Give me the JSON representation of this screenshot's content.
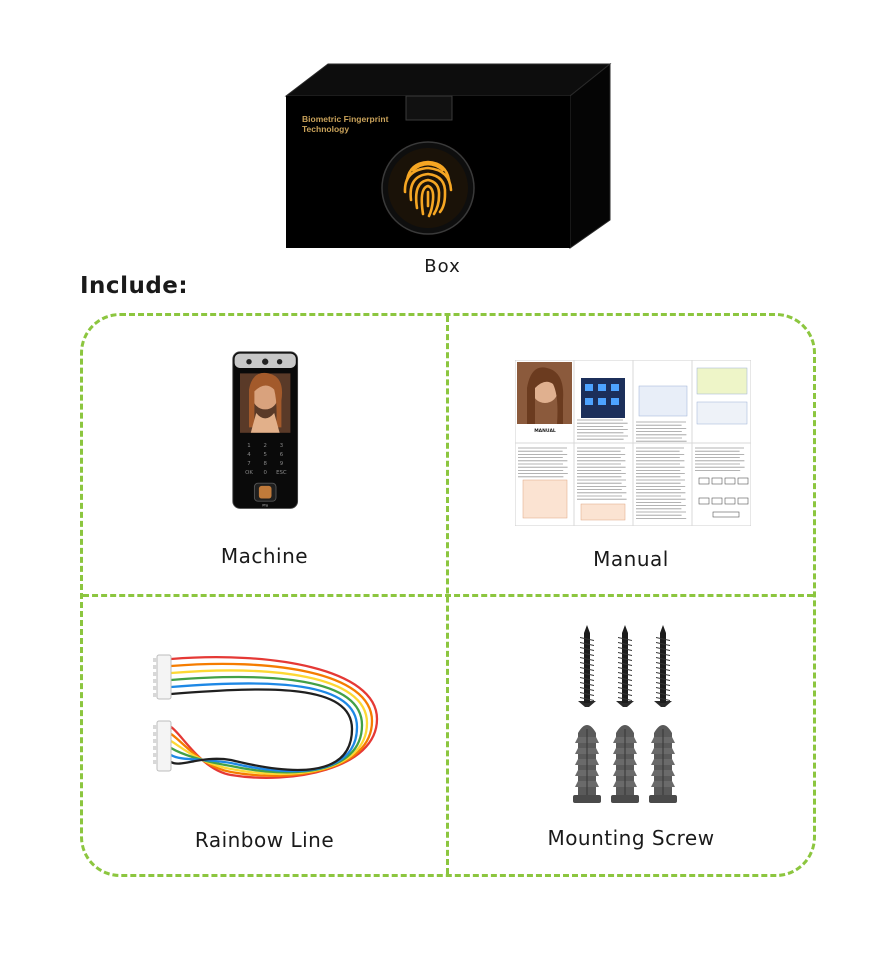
{
  "box": {
    "caption": "Box",
    "printed_text_line1": "Biometric Fingerprint",
    "printed_text_line2": "Technology",
    "print_color": "#c9a25a",
    "glow_color": "#f5a623"
  },
  "include_heading": "Include:",
  "accent_color": "#8cc63f",
  "items": [
    {
      "label": "Machine",
      "icon": "fingerprint-terminal-icon"
    },
    {
      "label": "Manual",
      "icon": "manual-booklet-icon"
    },
    {
      "label": "Rainbow Line",
      "icon": "rainbow-cable-icon"
    },
    {
      "label": "Mounting Screw",
      "icon": "screws-anchors-icon"
    }
  ],
  "machine": {
    "keypad_keys": [
      "1",
      "2",
      "3",
      "4",
      "5",
      "6",
      "7",
      "8",
      "9",
      "OK",
      "0",
      "ESC"
    ],
    "brand_text": "Pro"
  },
  "manual": {
    "cover_title": "MANUAL"
  }
}
